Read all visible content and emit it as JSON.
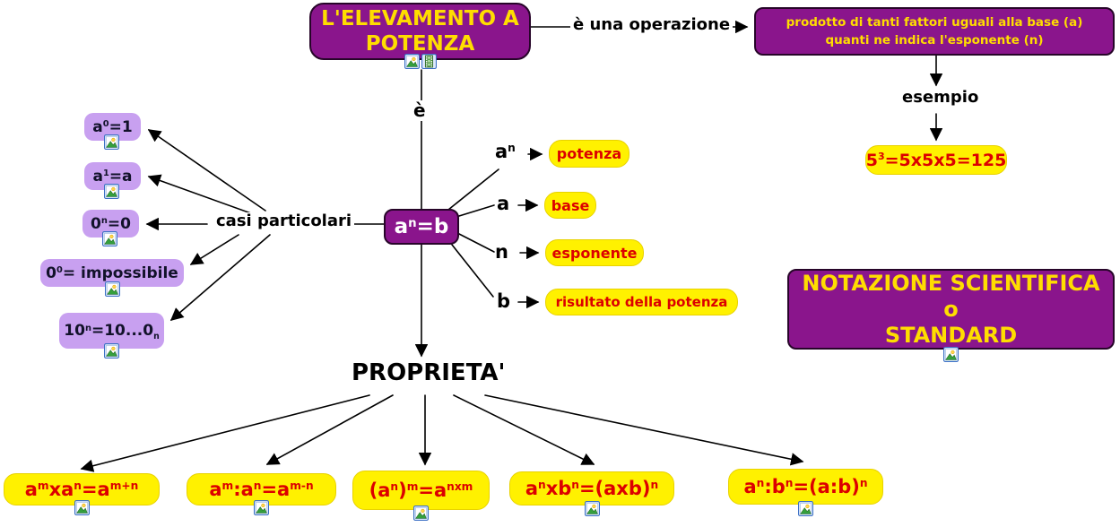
{
  "palette": {
    "purple": "#8A158C",
    "purple-border": "#270529",
    "yellow": "#FFF100",
    "yellow-border": "#E8D200",
    "red": "#DC0000",
    "lavender": "#C8A0F0",
    "lavender-text": "#12122A",
    "gold": "#FFDD00",
    "line": "#000000",
    "white-text": "#FFFFFF",
    "bg": "#FFFFFF"
  },
  "title": {
    "lines": [
      "L'ELEVAMENTO A",
      "POTENZA"
    ]
  },
  "definition": {
    "lines": [
      "prodotto di tanti fattori uguali alla base (a)",
      "quanti ne indica l'esponente (n)"
    ]
  },
  "labels": {
    "is_operation": "è una operazione",
    "example": "esempio",
    "is": "è",
    "special_cases": "casi particolari",
    "properties": "PROPRIETA'"
  },
  "example_formula": [
    [
      "t",
      "5"
    ],
    [
      "sup",
      "3"
    ],
    [
      "t",
      "=5x5x5=125"
    ]
  ],
  "main_formula": [
    [
      "t",
      "a"
    ],
    [
      "sup",
      "n"
    ],
    [
      "t",
      "=b"
    ]
  ],
  "components": [
    {
      "letter": [
        [
          "t",
          "a"
        ],
        [
          "sup",
          "n"
        ]
      ],
      "label": "potenza"
    },
    {
      "letter": [
        [
          "t",
          "a"
        ]
      ],
      "label": "base"
    },
    {
      "letter": [
        [
          "t",
          "n"
        ]
      ],
      "label": "esponente"
    },
    {
      "letter": [
        [
          "t",
          "b"
        ]
      ],
      "label": "risultato della potenza"
    }
  ],
  "special_cases": [
    {
      "formula": [
        [
          "t",
          "a"
        ],
        [
          "sup",
          "0"
        ],
        [
          "t",
          "=1"
        ]
      ]
    },
    {
      "formula": [
        [
          "t",
          "a"
        ],
        [
          "sup",
          "1"
        ],
        [
          "t",
          "=a"
        ]
      ]
    },
    {
      "formula": [
        [
          "t",
          "0"
        ],
        [
          "sup",
          "n"
        ],
        [
          "t",
          "=0"
        ]
      ]
    },
    {
      "formula": [
        [
          "t",
          "0"
        ],
        [
          "sup",
          "0"
        ],
        [
          "t",
          "= impossibile"
        ]
      ]
    },
    {
      "formula": [
        [
          "t",
          "10"
        ],
        [
          "sup",
          "n"
        ],
        [
          "t",
          "=10...0"
        ],
        [
          "sub",
          "n"
        ]
      ]
    }
  ],
  "properties_boxes": [
    {
      "formula": [
        [
          "t",
          "a"
        ],
        [
          "sup",
          "m"
        ],
        [
          "t",
          "xa"
        ],
        [
          "sup",
          "n"
        ],
        [
          "t",
          "=a"
        ],
        [
          "sup",
          "m+n"
        ]
      ]
    },
    {
      "formula": [
        [
          "t",
          "a"
        ],
        [
          "sup",
          "m"
        ],
        [
          "t",
          ":a"
        ],
        [
          "sup",
          "n"
        ],
        [
          "t",
          "=a"
        ],
        [
          "sup",
          "m-n"
        ]
      ]
    },
    {
      "formula": [
        [
          "t",
          "(a"
        ],
        [
          "sup",
          "n"
        ],
        [
          "t",
          ")"
        ],
        [
          "sup",
          "m"
        ],
        [
          "t",
          "=a"
        ],
        [
          "sup",
          "nxm"
        ]
      ]
    },
    {
      "formula": [
        [
          "t",
          "a"
        ],
        [
          "sup",
          "n"
        ],
        [
          "t",
          "xb"
        ],
        [
          "sup",
          "n"
        ],
        [
          "t",
          "=(axb)"
        ],
        [
          "sup",
          "n"
        ]
      ]
    },
    {
      "formula": [
        [
          "t",
          "a"
        ],
        [
          "sup",
          "n"
        ],
        [
          "t",
          ":b"
        ],
        [
          "sup",
          "n"
        ],
        [
          "t",
          "=(a:b)"
        ],
        [
          "sup",
          "n"
        ]
      ]
    }
  ],
  "notation": {
    "lines": [
      "NOTAZIONE SCIENTIFICA",
      "o",
      "STANDARD"
    ]
  },
  "icons": {
    "image": "image-resource-icon",
    "film": "film-resource-icon"
  }
}
